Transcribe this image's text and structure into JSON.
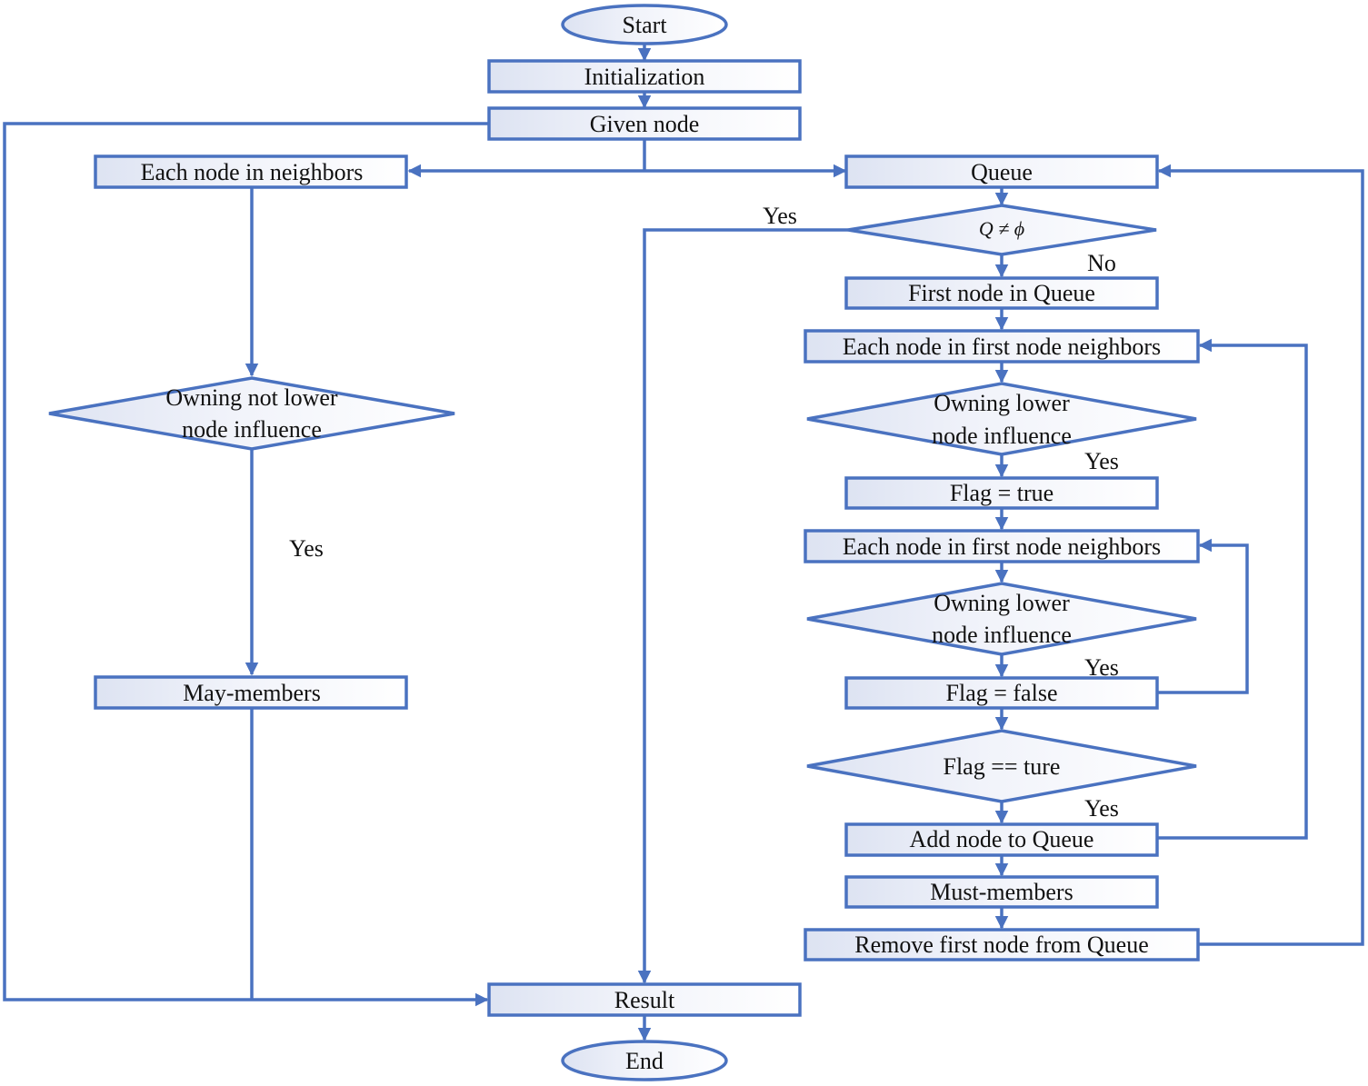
{
  "colors": {
    "stroke": "#4a72c0",
    "fill_light": "#dfe4f2",
    "fill_white": "#ffffff",
    "text": "#111111"
  },
  "nodes": {
    "start": "Start",
    "init": "Initialization",
    "given": "Given node",
    "each_left": "Each node in neighbors",
    "queue": "Queue",
    "q_cond": "Q ≠ ϕ",
    "first_node": "First node in Queue",
    "each_first_1": "Each node in first node neighbors",
    "owning_lower_1_l1": "Owning lower",
    "owning_lower_1_l2": "node influence",
    "flag_true": "Flag = true",
    "each_first_2": "Each node in first node neighbors",
    "owning_lower_2_l1": "Owning lower",
    "owning_lower_2_l2": "node influence",
    "flag_false": "Flag = false",
    "flag_check": "Flag == ture",
    "add_node": "Add node to Queue",
    "must": "Must-members",
    "remove": "Remove first node from Queue",
    "owning_not_l1": "Owning not lower",
    "owning_not_l2": "node influence",
    "may": "May-members",
    "result": "Result",
    "end": "End"
  },
  "labels": {
    "yes_q": "Yes",
    "no_q": "No",
    "yes_own1": "Yes",
    "yes_own2": "Yes",
    "yes_flag": "Yes",
    "yes_left": "Yes"
  }
}
